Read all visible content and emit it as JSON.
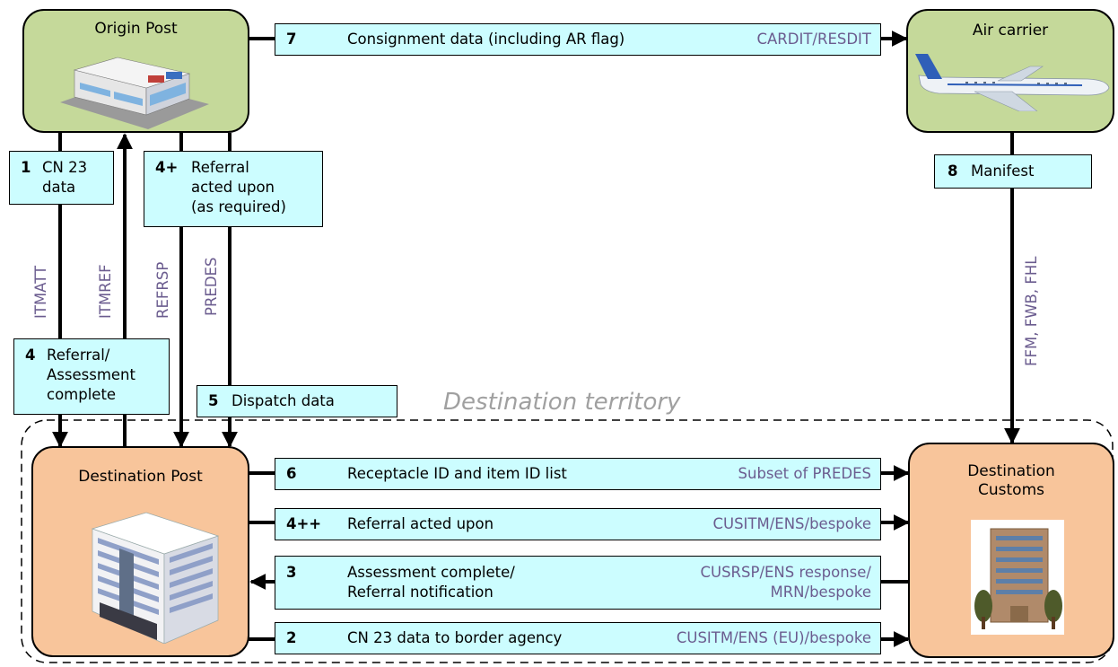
{
  "nodes": {
    "origin_post": "Origin Post",
    "air_carrier": "Air carrier",
    "destination_post": "Destination Post",
    "destination_customs": "Destination Customs"
  },
  "territory_label": "Destination territory",
  "flows": {
    "f7": {
      "num": "7",
      "text": "Consignment data (including AR flag)",
      "proto": "CARDIT/RESDIT"
    },
    "f1": {
      "num": "1",
      "text_line1": "CN 23",
      "text_line2": "data"
    },
    "f4plus": {
      "num": "4+",
      "text_line1": "Referral",
      "text_line2": "acted upon",
      "text_line3": "(as required)"
    },
    "f8": {
      "num": "8",
      "text": "Manifest"
    },
    "f4": {
      "num": "4",
      "text_line1": "Referral/",
      "text_line2": "Assessment",
      "text_line3": "complete"
    },
    "f5": {
      "num": "5",
      "text": "Dispatch data"
    },
    "f6": {
      "num": "6",
      "text": "Receptacle ID and item ID list",
      "proto": "Subset of PREDES"
    },
    "f4plusplus": {
      "num": "4++",
      "text": "Referral acted upon",
      "proto": "CUSITM/ENS/bespoke"
    },
    "f3": {
      "num": "3",
      "text_line1": "Assessment complete/",
      "text_line2": "Referral notification",
      "proto_line1": "CUSRSP/ENS response/",
      "proto_line2": "MRN/bespoke"
    },
    "f2": {
      "num": "2",
      "text": "CN 23 data to border agency",
      "proto": "CUSITM/ENS (EU)/bespoke"
    }
  },
  "vertical_protocols": {
    "itmatt": "ITMATT",
    "itmref": "ITMREF",
    "refrsp": "REFRSP",
    "predes": "PREDES",
    "ffm": "FFM, FWB, FHL"
  },
  "icons": {
    "origin_post": "post-office-building-icon",
    "air_carrier": "airplane-icon",
    "destination_post": "office-building-icon",
    "destination_customs": "customs-building-icon"
  },
  "colors": {
    "green_node": "#c5d99a",
    "orange_node": "#f8c59b",
    "label_box": "#ccfdff",
    "protocol_text": "#6b5c8f",
    "territory_text": "#a0a0a0"
  }
}
